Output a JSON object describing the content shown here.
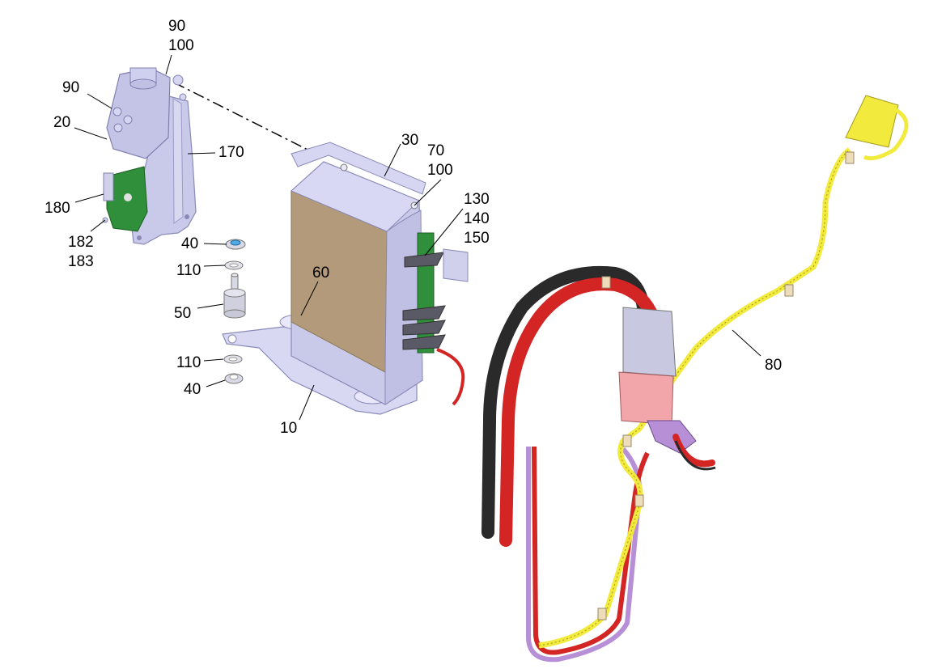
{
  "callouts": {
    "c90_top": "90",
    "c100_top": "100",
    "c90_left": "90",
    "c20": "20",
    "c170": "170",
    "c180": "180",
    "c182": "182",
    "c183": "183",
    "c40_upper": "40",
    "c110_upper": "110",
    "c50": "50",
    "c110_lower": "110",
    "c40_lower": "40",
    "c10": "10",
    "c60": "60",
    "c30": "30",
    "c70": "70",
    "c100_right": "100",
    "c130": "130",
    "c140": "140",
    "c150": "150",
    "c80": "80"
  },
  "colors": {
    "housing": "#c9c9ea",
    "housing_edge": "#8a8ab8",
    "pcb": "#2f8f3a",
    "brown_face": "#b39a7a",
    "cable_black": "#2a2a2a",
    "cable_red": "#d42525",
    "cable_yellow": "#f2ea3c",
    "cable_violet": "#b78fd6",
    "plug_pink": "#f3a6aa",
    "plug_grey": "#c8c8e0"
  }
}
